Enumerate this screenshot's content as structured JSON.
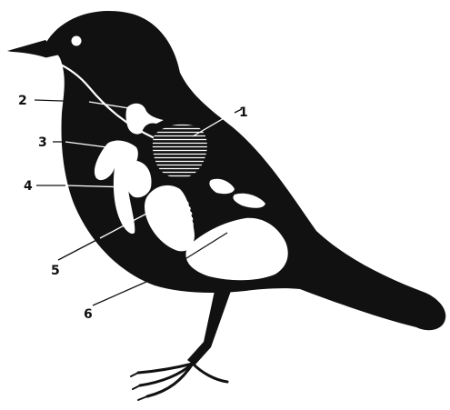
{
  "figure": {
    "labels": [
      {
        "id": "1",
        "text": "1"
      },
      {
        "id": "2",
        "text": "2"
      },
      {
        "id": "3",
        "text": "3"
      },
      {
        "id": "4",
        "text": "4"
      },
      {
        "id": "5",
        "text": "5"
      },
      {
        "id": "6",
        "text": "6"
      }
    ]
  },
  "colors": {
    "ink": "#111111",
    "paper": "#ffffff"
  }
}
